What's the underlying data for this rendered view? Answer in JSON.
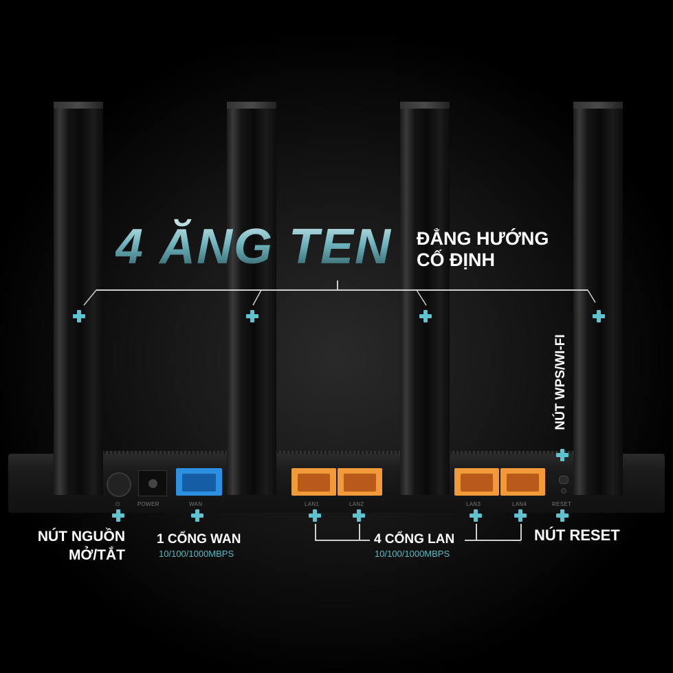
{
  "headline": {
    "main": "4 ĂNG TEN",
    "line1": "ĐẲNG HƯỚNG",
    "line2": "CỐ ĐỊNH"
  },
  "wps_label": "NÚT WPS/WI-FI",
  "port_labels": {
    "power": "POWER",
    "wan": "WAN",
    "lan1": "LAN1",
    "lan2": "LAN2",
    "lan3": "LAN3",
    "lan4": "LAN4",
    "reset": "RESET",
    "power_symbol": "⏻"
  },
  "callouts": {
    "power": {
      "line1": "NÚT NGUỒN",
      "line2": "MỞ/TẮT"
    },
    "wan": {
      "title": "1 CỔNG WAN",
      "speed": "10/100/1000MBPS"
    },
    "lan": {
      "title": "4 CỔNG LAN",
      "speed": "10/100/1000MBPS"
    },
    "reset": {
      "title": "NÚT RESET"
    }
  },
  "colors": {
    "accent": "#5ec3cf",
    "wan_port": "#2d8fe0",
    "lan_port": "#f19a3a",
    "background": "#000000"
  }
}
